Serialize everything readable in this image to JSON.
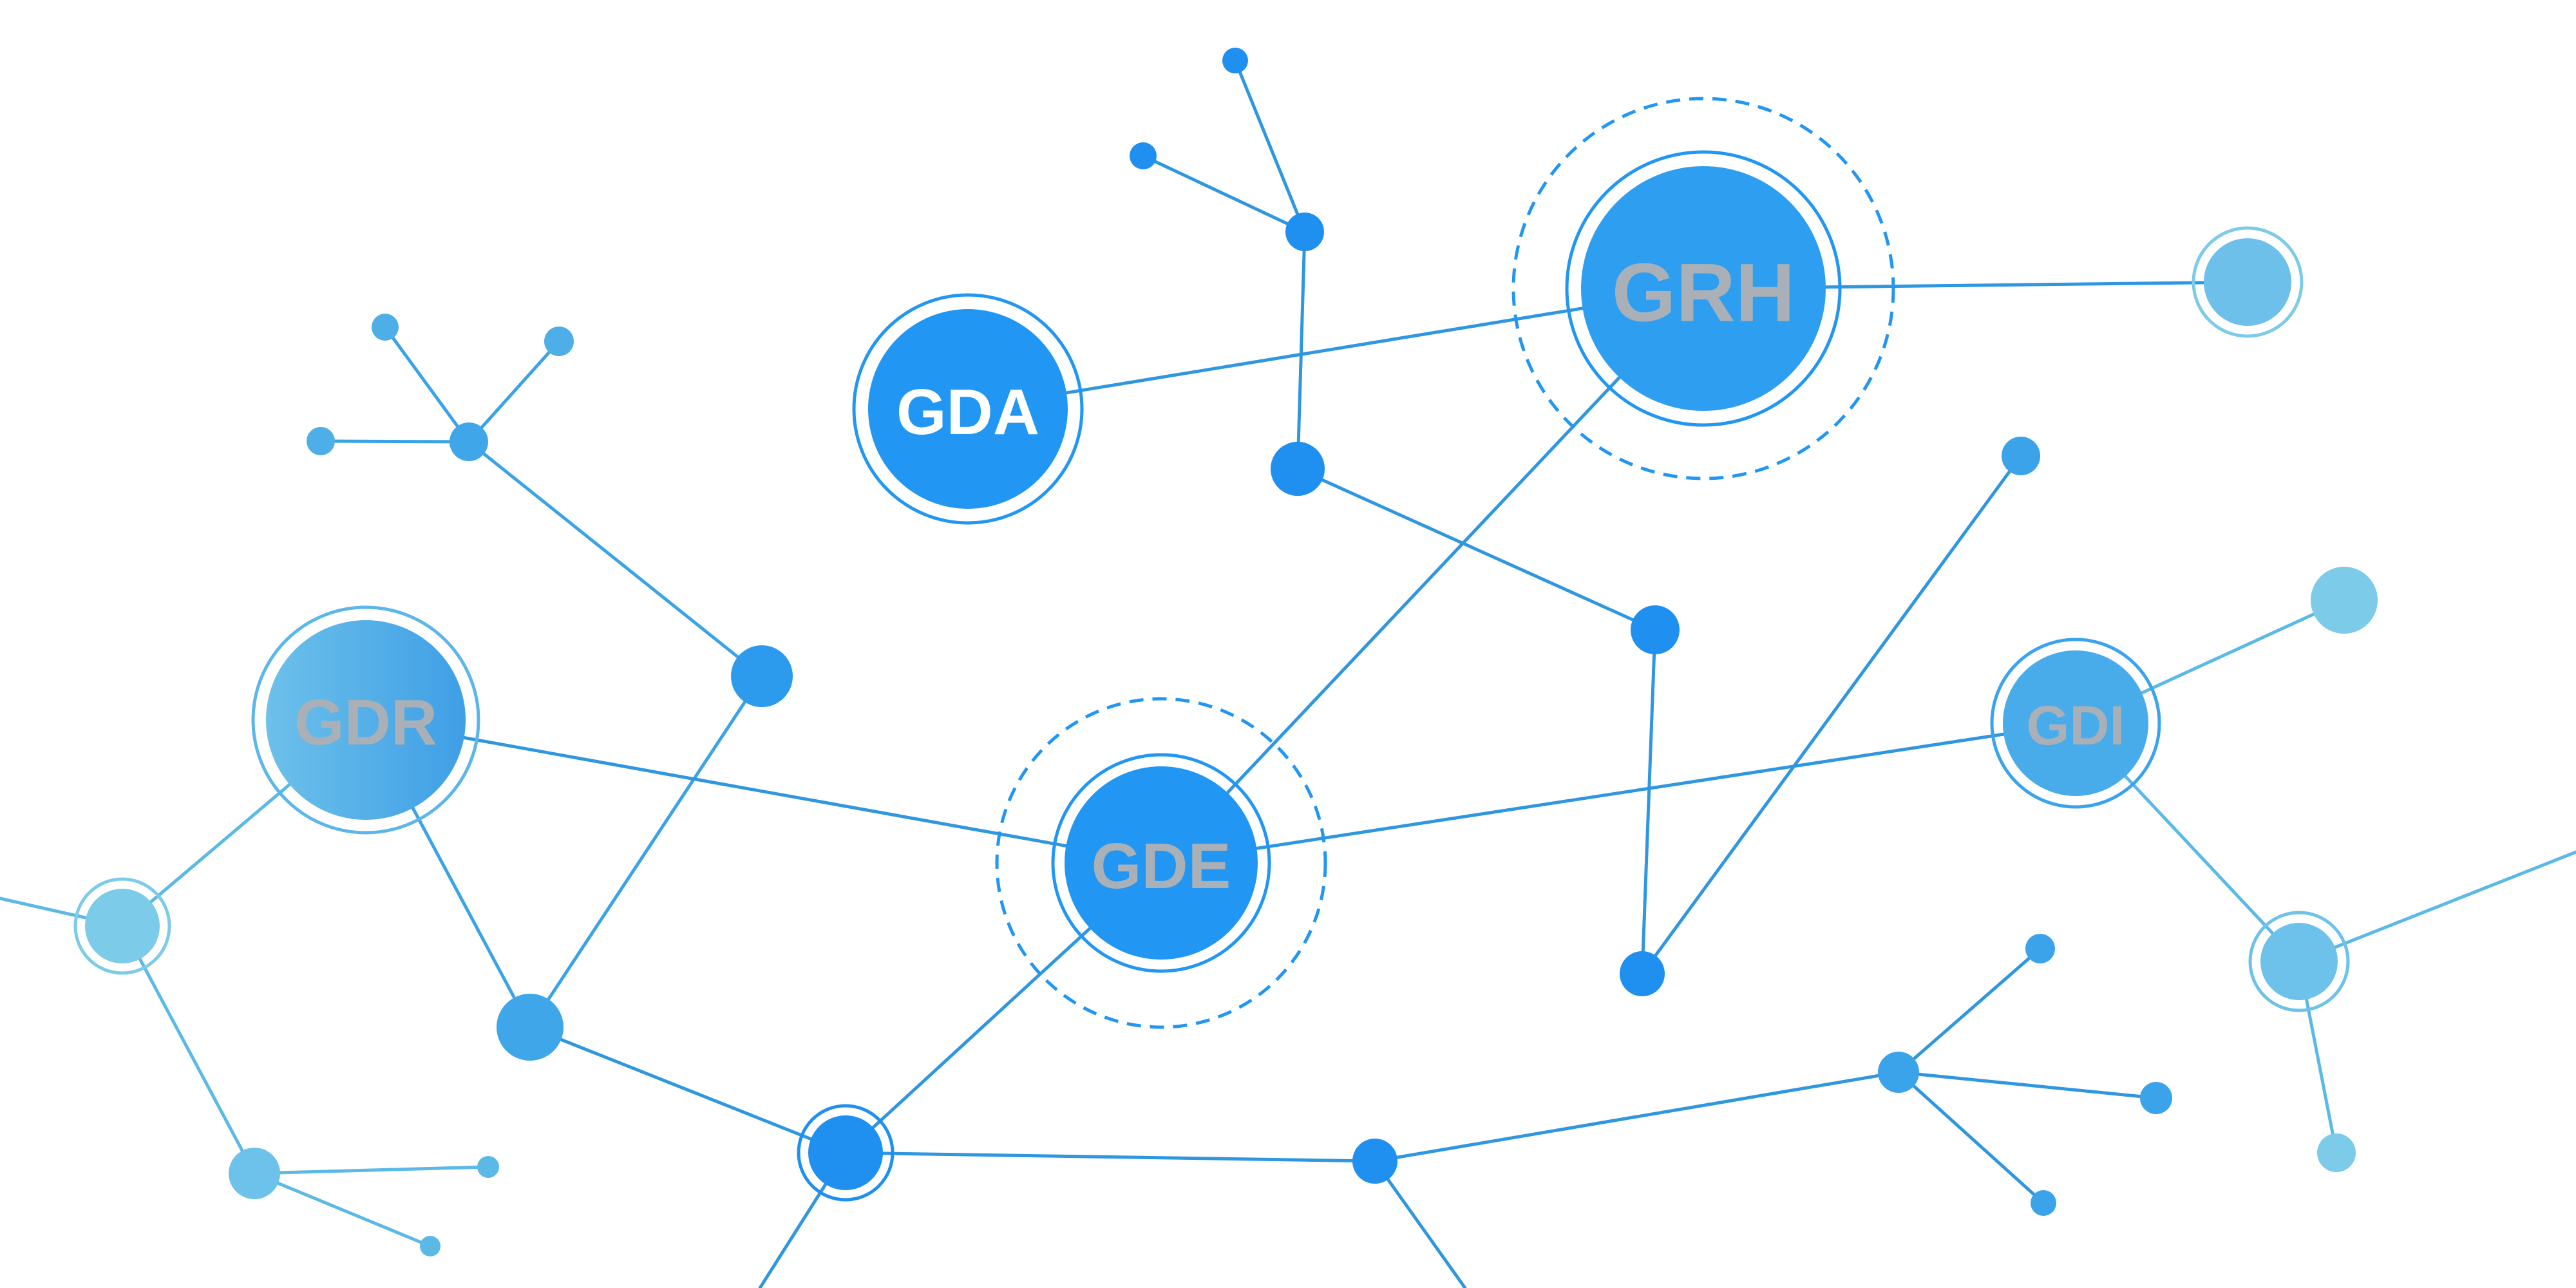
{
  "colors": {
    "background": "#ffffff",
    "edge": "#2f96e0",
    "edge_light": "#5bb9e6",
    "hub_deep": "#2196f3",
    "hub_mid": "#3aa3ee",
    "hub_light": "#5cb6ea",
    "node_deep": "#1f8ff0",
    "node_mid": "#3fa6ea",
    "node_light": "#7ccbe8",
    "label_white": "#ffffff",
    "label_grey": "#a9b0b8"
  },
  "hubs": [
    {
      "id": "gda",
      "label": "GDA"
    },
    {
      "id": "grh",
      "label": "GRH"
    },
    {
      "id": "gdr",
      "label": "GDR"
    },
    {
      "id": "gde",
      "label": "GDE"
    },
    {
      "id": "gdi",
      "label": "GDI"
    }
  ]
}
